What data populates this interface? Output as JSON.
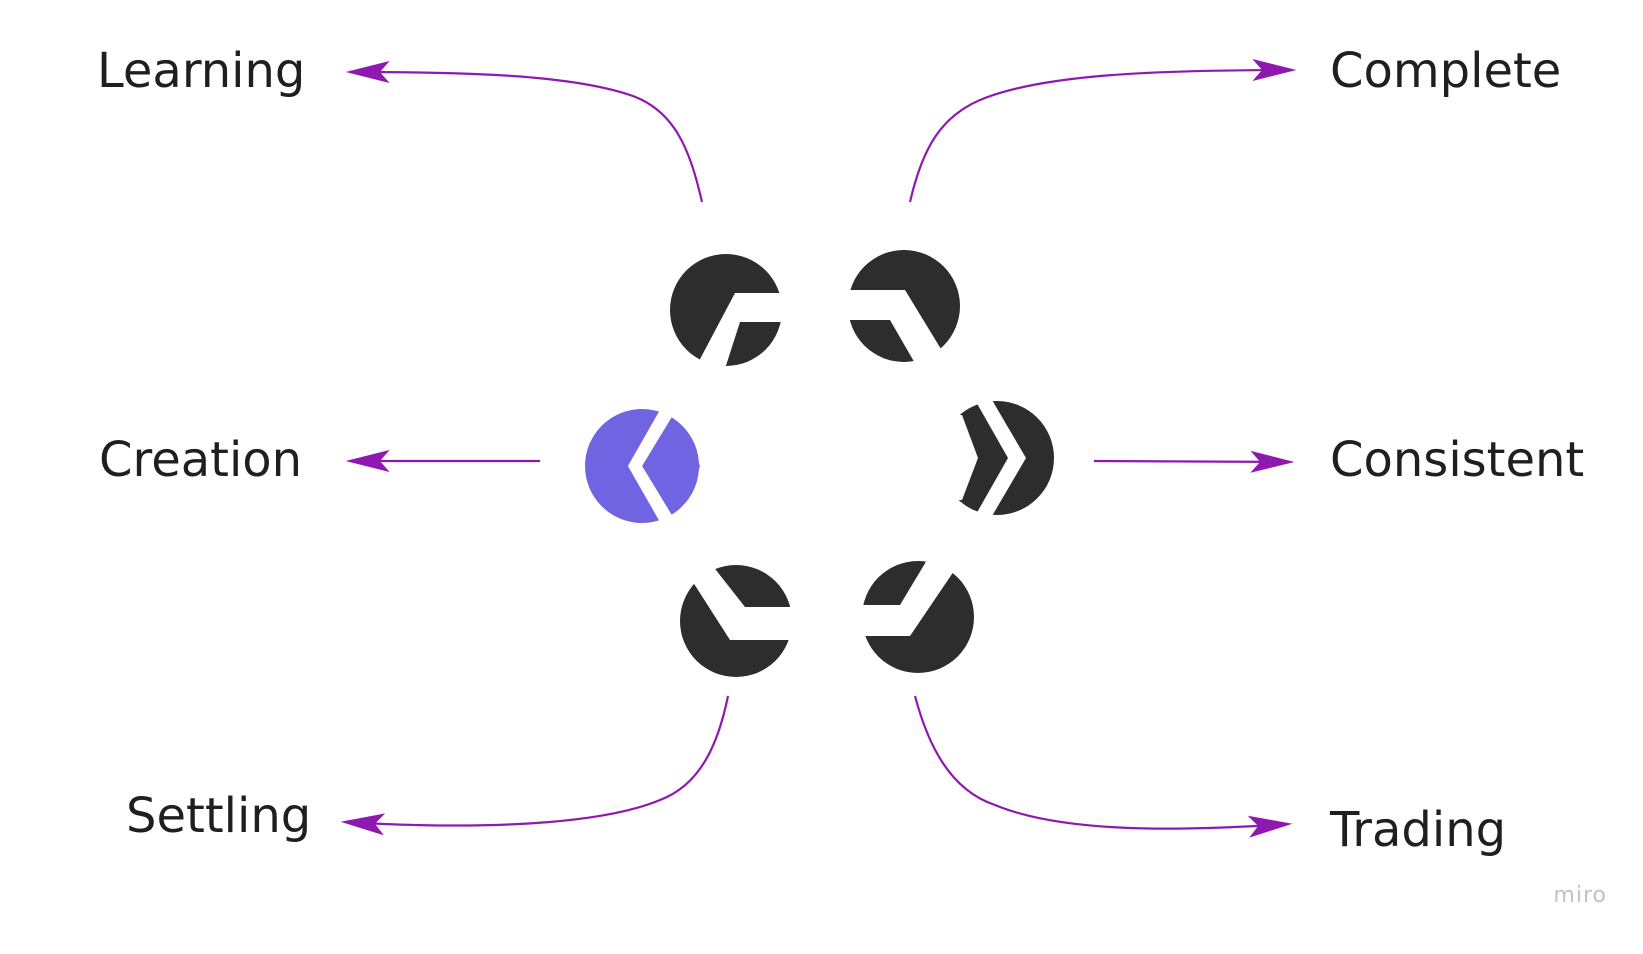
{
  "labels": {
    "learning": "Learning",
    "complete": "Complete",
    "creation": "Creation",
    "consistent": "Consistent",
    "settling": "Settling",
    "trading": "Trading"
  },
  "watermark": "miro",
  "colors": {
    "arrow": "#8e18b0",
    "segment": "#2d2d2d",
    "active_segment": "#7064e2",
    "text": "#1f1f1f"
  },
  "segments": [
    {
      "id": "creation",
      "active": true
    },
    {
      "id": "learning",
      "active": false
    },
    {
      "id": "complete",
      "active": false
    },
    {
      "id": "consistent",
      "active": false
    },
    {
      "id": "trading",
      "active": false
    },
    {
      "id": "settling",
      "active": false
    }
  ]
}
